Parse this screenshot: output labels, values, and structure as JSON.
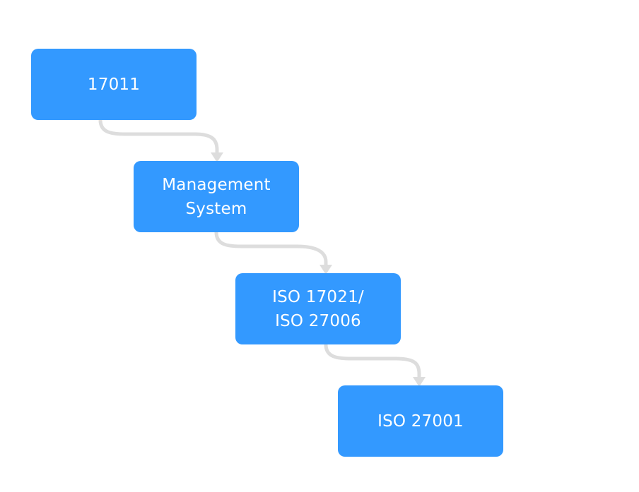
{
  "diagram": {
    "type": "flow",
    "colors": {
      "node_fill": "#3399FF",
      "node_text": "#FFFFFF",
      "connector": "#DDDDDD",
      "background": "#FFFFFF"
    },
    "nodes": [
      {
        "id": "n1",
        "label": "17011"
      },
      {
        "id": "n2",
        "label": "Management\nSystem"
      },
      {
        "id": "n3",
        "label": "ISO 17021/\nISO 27006"
      },
      {
        "id": "n4",
        "label": "ISO 27001"
      }
    ],
    "edges": [
      {
        "from": "n1",
        "to": "n2"
      },
      {
        "from": "n2",
        "to": "n3"
      },
      {
        "from": "n3",
        "to": "n4"
      }
    ]
  }
}
